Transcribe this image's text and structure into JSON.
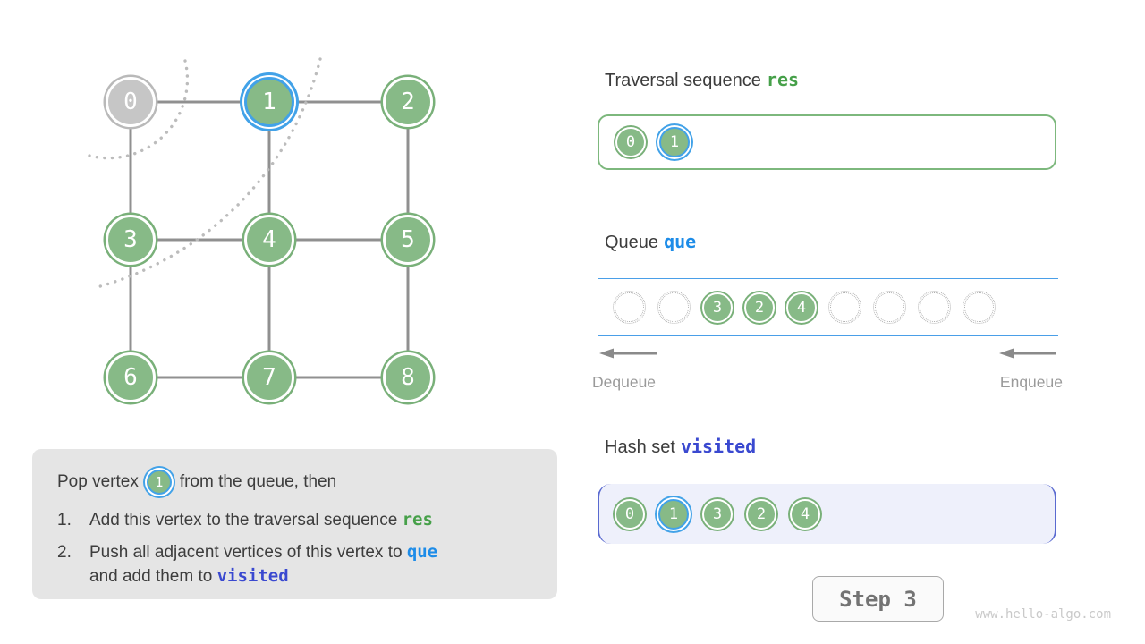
{
  "res_section": {
    "title": "Traversal sequence",
    "token": "res",
    "items": [
      {
        "value": "0",
        "state": "filled"
      },
      {
        "value": "1",
        "state": "current"
      }
    ]
  },
  "queue_section": {
    "title": "Queue",
    "token": "que",
    "dequeue_label": "Dequeue",
    "enqueue_label": "Enqueue",
    "slots": [
      {
        "value": "",
        "state": "empty"
      },
      {
        "value": "",
        "state": "empty"
      },
      {
        "value": "3",
        "state": "filled"
      },
      {
        "value": "2",
        "state": "filled"
      },
      {
        "value": "4",
        "state": "filled"
      },
      {
        "value": "",
        "state": "empty"
      },
      {
        "value": "",
        "state": "empty"
      },
      {
        "value": "",
        "state": "empty"
      },
      {
        "value": "",
        "state": "empty"
      }
    ]
  },
  "visited_section": {
    "title": "Hash set",
    "token": "visited",
    "items": [
      {
        "value": "0",
        "state": "filled"
      },
      {
        "value": "1",
        "state": "current"
      },
      {
        "value": "3",
        "state": "filled"
      },
      {
        "value": "2",
        "state": "filled"
      },
      {
        "value": "4",
        "state": "filled"
      }
    ]
  },
  "graph": {
    "vertices": [
      {
        "value": "0",
        "row": 0,
        "col": 0,
        "state": "popped"
      },
      {
        "value": "1",
        "row": 0,
        "col": 1,
        "state": "current"
      },
      {
        "value": "2",
        "row": 0,
        "col": 2,
        "state": "default"
      },
      {
        "value": "3",
        "row": 1,
        "col": 0,
        "state": "default"
      },
      {
        "value": "4",
        "row": 1,
        "col": 1,
        "state": "default"
      },
      {
        "value": "5",
        "row": 1,
        "col": 2,
        "state": "default"
      },
      {
        "value": "6",
        "row": 2,
        "col": 0,
        "state": "default"
      },
      {
        "value": "7",
        "row": 2,
        "col": 1,
        "state": "default"
      },
      {
        "value": "8",
        "row": 2,
        "col": 2,
        "state": "default"
      }
    ],
    "edges": [
      [
        0,
        1
      ],
      [
        1,
        2
      ],
      [
        3,
        4
      ],
      [
        4,
        5
      ],
      [
        6,
        7
      ],
      [
        7,
        8
      ],
      [
        0,
        3
      ],
      [
        3,
        6
      ],
      [
        1,
        4
      ],
      [
        4,
        7
      ],
      [
        2,
        5
      ],
      [
        5,
        8
      ]
    ]
  },
  "explanation": {
    "pop_prefix": "Pop vertex",
    "pop_vertex": "1",
    "pop_suffix": "from the queue, then",
    "item1_num": "1.",
    "item1_text": "Add this vertex to the traversal sequence ",
    "item1_code": "res",
    "item2_num": "2.",
    "item2_text": "Push all adjacent vertices of this vertex to ",
    "item2_code": "que",
    "item2_line2_text": "and add them to ",
    "item2_line2_code": "visited"
  },
  "footer": {
    "step_label": "Step 3",
    "site_label": "www.hello-algo.com"
  },
  "colors": {
    "node_green": "#87ba87",
    "node_gray": "#c6c6c6",
    "highlight_blue": "#42a2e8",
    "edge_gray": "#909090",
    "code_green": "#46a049",
    "code_blue": "#1d8ce8",
    "code_indigo": "#3a49d0",
    "queue_line_blue": "#4a9fe8",
    "res_box_border": "#7db87d",
    "visited_box_border": "#5a6ad0",
    "visited_box_bg": "#eef0fb",
    "explain_box_bg": "#e5e5e5"
  }
}
